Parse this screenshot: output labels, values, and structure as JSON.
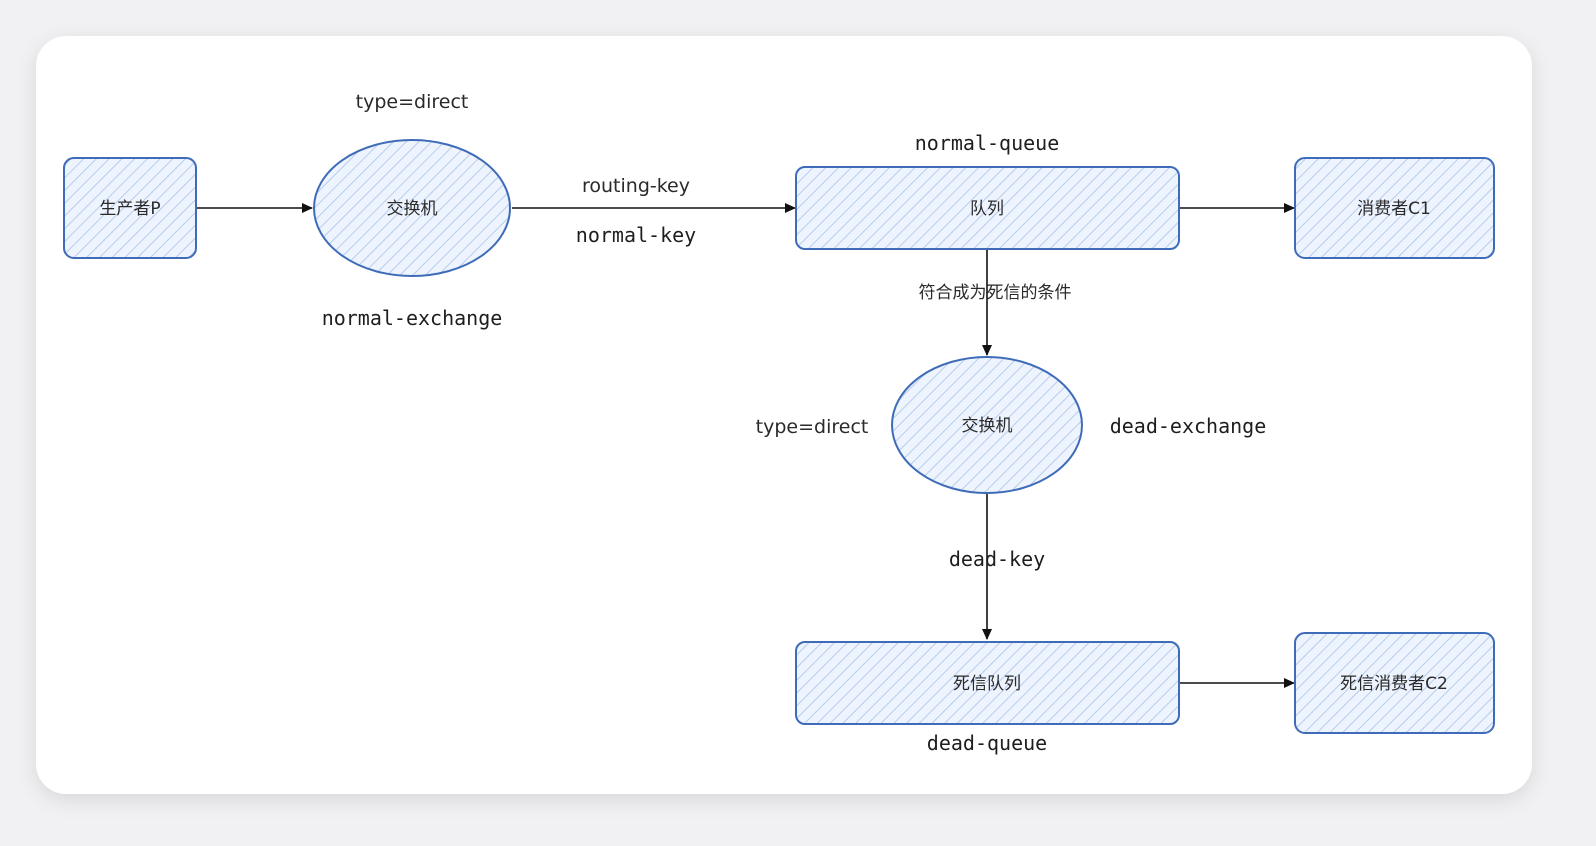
{
  "nodes": {
    "producer": "生产者P",
    "normal_exchange": "交换机",
    "normal_queue": "队列",
    "consumer_c1": "消费者C1",
    "dead_exchange": "交换机",
    "dead_queue": "死信队列",
    "dead_consumer_c2": "死信消费者C2"
  },
  "annotations": {
    "normal_exchange_type": "type=direct",
    "normal_exchange_name": "normal-exchange",
    "routing_key_label": "routing-key",
    "normal_key": "normal-key",
    "normal_queue_name": "normal-queue",
    "dead_letter_condition": "符合成为死信的条件",
    "dead_exchange_type": "type=direct",
    "dead_exchange_name": "dead-exchange",
    "dead_key": "dead-key",
    "dead_queue_name": "dead-queue"
  },
  "colors": {
    "node_stroke": "#3f6cb8",
    "node_hatch": "#9db8e6",
    "node_fill": "#e8f0fc",
    "edge": "#111111"
  }
}
